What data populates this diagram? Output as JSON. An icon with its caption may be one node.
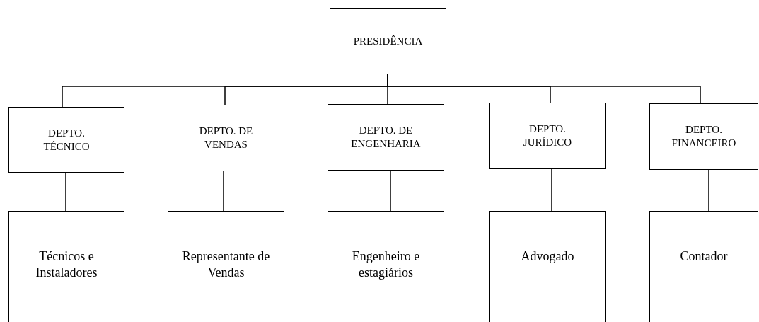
{
  "diagram": {
    "nodes": [
      {
        "text": [
          "PRESIDÊNCIA"
        ]
      },
      {
        "text": [
          "DEPTO. TÉCNICO"
        ]
      },
      {
        "text": [
          "DEPTO. DE VENDAS"
        ]
      },
      {
        "text": [
          "DEPTO. DE ENGENHARIA"
        ]
      },
      {
        "text": [
          "DEPTO. JURÍDICO"
        ]
      },
      {
        "text": [
          "DEPTO. FINANCEIRO"
        ]
      },
      {
        "text": [
          "Técnicos e Instaladores"
        ]
      },
      {
        "text": [
          "Representante de Vendas"
        ]
      },
      {
        "text": [
          "Engenheiro e estagiários"
        ]
      },
      {
        "text": [
          "Advogado"
        ]
      },
      {
        "text": [
          "Contador"
        ]
      }
    ],
    "edges": [
      {
        "from": 0,
        "to": 1,
        "arrow": "none"
      },
      {
        "from": 0,
        "to": 2,
        "arrow": "none"
      },
      {
        "from": 0,
        "to": 3,
        "arrow": "none"
      },
      {
        "from": 0,
        "to": 4,
        "arrow": "none"
      },
      {
        "from": 0,
        "to": 5,
        "arrow": "none"
      },
      {
        "from": 1,
        "to": 6,
        "arrow": "none"
      },
      {
        "from": 2,
        "to": 7,
        "arrow": "none"
      },
      {
        "from": 3,
        "to": 8,
        "arrow": "none"
      },
      {
        "from": 4,
        "to": 9,
        "arrow": "none"
      },
      {
        "from": 5,
        "to": 10,
        "arrow": "none"
      }
    ]
  }
}
